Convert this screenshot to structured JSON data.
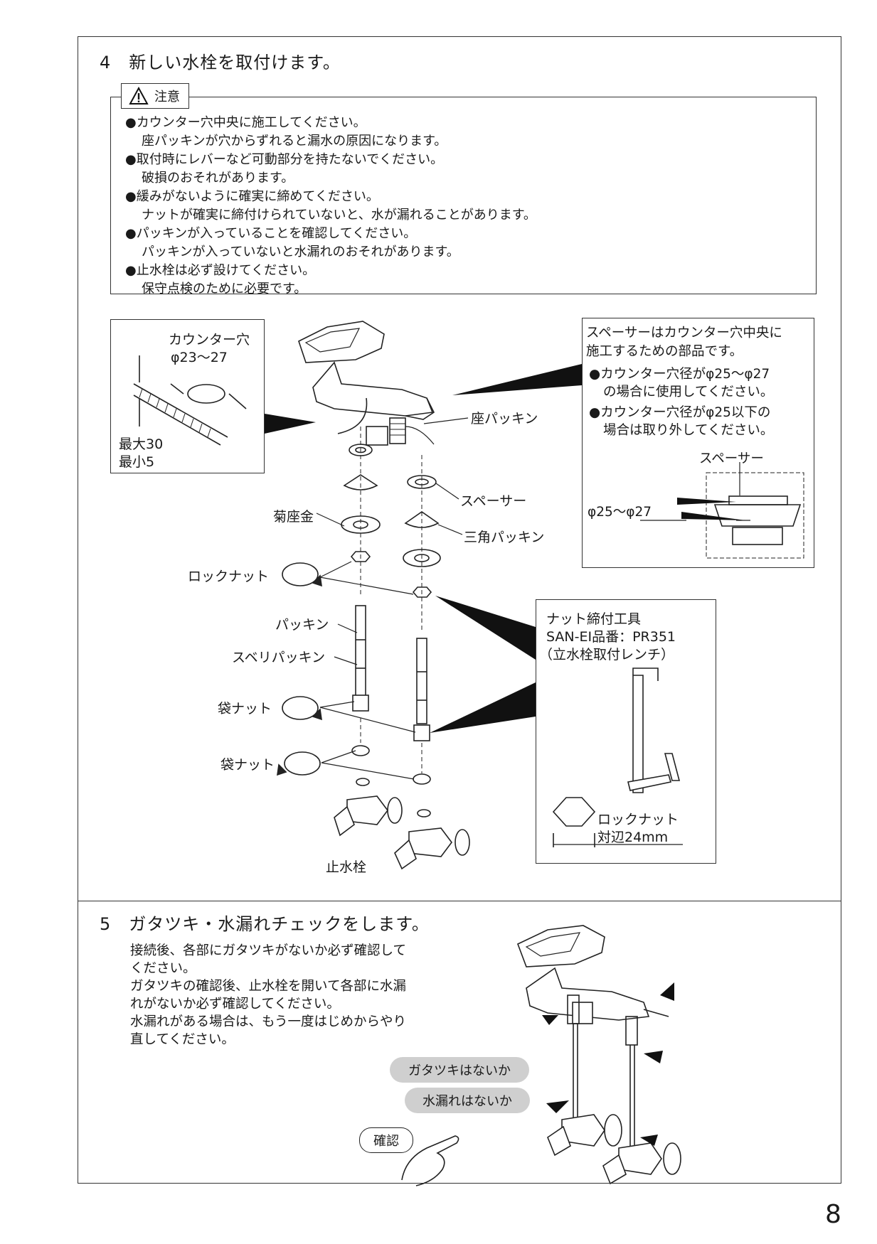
{
  "step4": {
    "title": "4　新しい水栓を取付けます。",
    "caution_label": "注意",
    "cautions": [
      {
        "lead": "カウンター穴中央に施工してください。",
        "sub": "座パッキンが穴からずれると漏水の原因になります。"
      },
      {
        "lead": "取付時にレバーなど可動部分を持たないでください。",
        "sub": "破損のおそれがあります。"
      },
      {
        "lead": "緩みがないように確実に締めてください。",
        "sub": "ナットが確実に締付けられていないと、水が漏れることがあります。"
      },
      {
        "lead": "パッキンが入っていることを確認してください。",
        "sub": "パッキンが入っていないと水漏れのおそれがあります。"
      },
      {
        "lead": "止水栓は必ず設けてください。",
        "sub": "保守点検のために必要です。"
      }
    ],
    "counter_hole": {
      "title": "カウンター穴",
      "dia": "φ23～27",
      "max": "最大30",
      "min": "最小5"
    },
    "spacer_note": {
      "line1": "スペーサーはカウンター穴中央に",
      "line2": "施工するための部品です。",
      "b1a": "●カウンター穴径がφ25～φ27",
      "b1b": "の場合に使用してください。",
      "b2a": "●カウンター穴径がφ25以下の",
      "b2b": "場合は取り外してください。",
      "spacer": "スペーサー",
      "dia": "φ25～φ27"
    },
    "parts": {
      "seat_packing": "座パッキン",
      "spacer": "スペーサー",
      "kiku_washer": "菊座金",
      "triangle_packing": "三角パッキン",
      "lock_nut": "ロックナット",
      "packing": "パッキン",
      "slip_packing": "スベリパッキン",
      "bag_nut_1": "袋ナット",
      "bag_nut_2": "袋ナット",
      "stop_valve": "止水栓"
    },
    "tool": {
      "line1": "ナット締付工具",
      "line2": "SAN-EI品番：PR351",
      "line3": "（立水栓取付レンチ）",
      "nut1": "ロックナット",
      "nut2": "対辺24mm"
    }
  },
  "step5": {
    "title": "5　ガタツキ・水漏れチェックをします。",
    "lines": [
      "接続後、各部にガタツキがないか必ず確認して",
      "ください。",
      "ガタツキの確認後、止水栓を開いて各部に水漏",
      "れがないか必ず確認してください。",
      "水漏れがある場合は、もう一度はじめからやり",
      "直してください。"
    ],
    "check1": "ガタツキはないか",
    "check2": "水漏れはないか",
    "confirm": "確認"
  },
  "page_number": "8"
}
